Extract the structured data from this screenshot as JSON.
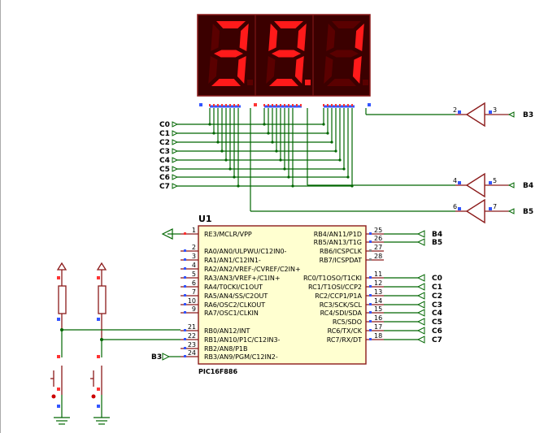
{
  "display": {
    "digits": [
      "3",
      "9",
      "1"
    ],
    "dot_after_digit": 1,
    "colors": {
      "body": "#3b0000",
      "segment_on": "#ff1a1a",
      "segment_off": "#5a0000"
    }
  },
  "left_nets": [
    "C0",
    "C1",
    "C2",
    "C3",
    "C4",
    "C5",
    "C6",
    "C7"
  ],
  "buffers": [
    {
      "in_pin": "2",
      "out_pin": "3",
      "net": "B3"
    },
    {
      "in_pin": "4",
      "out_pin": "5",
      "net": "B4"
    },
    {
      "in_pin": "6",
      "out_pin": "7",
      "net": "B5"
    }
  ],
  "mcu": {
    "ref": "U1",
    "part": "PIC16F886",
    "left_pins": [
      {
        "num": "1",
        "name": "RE3/MCLR/VPP"
      },
      {
        "num": "2",
        "name": "RA0/AN0/ULPWU/C12IN0-"
      },
      {
        "num": "3",
        "name": "RA1/AN1/C12IN1-"
      },
      {
        "num": "4",
        "name": "RA2/AN2/VREF-/CVREF/C2IN+"
      },
      {
        "num": "5",
        "name": "RA3/AN3/VREF+/C1IN+"
      },
      {
        "num": "6",
        "name": "RA4/T0CKI/C1OUT"
      },
      {
        "num": "7",
        "name": "RA5/AN4/SS/C2OUT"
      },
      {
        "num": "10",
        "name": "RA6/OSC2/CLKOUT"
      },
      {
        "num": "9",
        "name": "RA7/OSC1/CLKIN"
      },
      {
        "num": "21",
        "name": "RB0/AN12/INT"
      },
      {
        "num": "22",
        "name": "RB1/AN10/P1C/C12IN3-"
      },
      {
        "num": "23",
        "name": "RB2/AN8/P1B"
      },
      {
        "num": "24",
        "name": "RB3/AN9/PGM/C12IN2-"
      }
    ],
    "right_pins": [
      {
        "num": "25",
        "name": "RB4/AN11/P1D",
        "net": "B4"
      },
      {
        "num": "26",
        "name": "RB5/AN13/T1G",
        "net": "B5"
      },
      {
        "num": "27",
        "name": "RB6/ICSPCLK",
        "net": ""
      },
      {
        "num": "28",
        "name": "RB7/ICSPDAT",
        "net": ""
      },
      {
        "num": "11",
        "name": "RC0/T1OSO/T1CKI",
        "net": "C0"
      },
      {
        "num": "12",
        "name": "RC1/T1OSI/CCP2",
        "net": "C1"
      },
      {
        "num": "13",
        "name": "RC2/CCP1/P1A",
        "net": "C2"
      },
      {
        "num": "14",
        "name": "RC3/SCK/SCL",
        "net": "C3"
      },
      {
        "num": "15",
        "name": "RC4/SDI/SDA",
        "net": "C4"
      },
      {
        "num": "16",
        "name": "RC5/SDO",
        "net": "C5"
      },
      {
        "num": "17",
        "name": "RC6/TX/CK",
        "net": "C6"
      },
      {
        "num": "18",
        "name": "RC7/RX/DT",
        "net": "C7"
      }
    ],
    "rb3_net": "B3"
  }
}
